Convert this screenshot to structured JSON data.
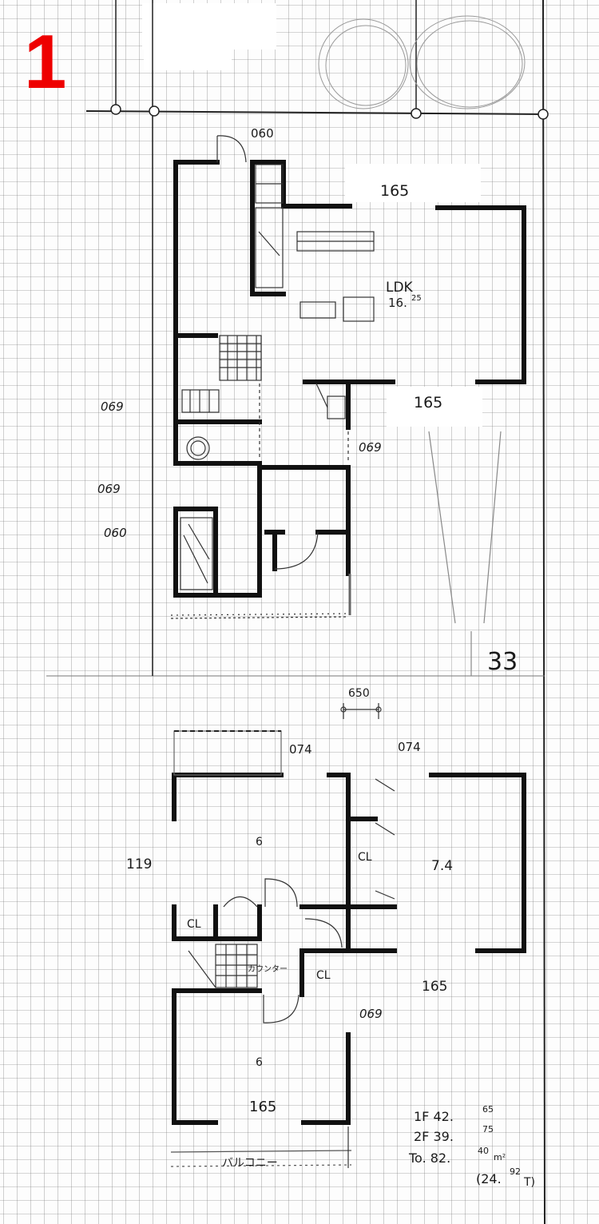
{
  "page_number": "1",
  "floor1": {
    "dim_top": "060",
    "dim_ldk_width": "165",
    "ldk_label": "LDK",
    "ldk_area": "16.",
    "ldk_area_sup": "25",
    "dim_mid_right": "165",
    "dim_left_1": "069",
    "dim_inner": "069",
    "dim_left_2": "069",
    "dim_left_3": "060",
    "corner_number": "33"
  },
  "floor2": {
    "dim_top": "650",
    "dim_a": "074",
    "dim_b": "074",
    "dim_left": "119",
    "dim_room_depth": "6",
    "closet_a": "CL",
    "closet_b": "CL",
    "closet_c": "CL",
    "room_right_area": "7.4",
    "dim_right_bottom": "165",
    "counter_label": "カウンター",
    "dim_inner": "069",
    "dim_bottom_depth": "6",
    "dim_bottom_width": "165",
    "balcony_label": "バルコニー"
  },
  "areas": {
    "f1": "1F  42.",
    "f1_sup": "65",
    "f2": "2F  39.",
    "f2_sup": "75",
    "total": "To. 82.",
    "total_sup": "40",
    "unit": "m²",
    "tsubo": "(24.",
    "tsubo_sup": "92",
    "tsubo_unit": "T)"
  },
  "colors": {
    "page_number": "#ee0000",
    "ink": "#1a1a1a",
    "grid": "#9a9a9a"
  }
}
